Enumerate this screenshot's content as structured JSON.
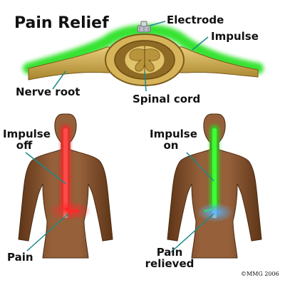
{
  "title": "Pain Relief",
  "labels": {
    "electrode": "Electrode",
    "impulse": "Impulse",
    "nerve_root": "Nerve root",
    "spinal_cord": "Spinal cord",
    "impulse_off": "Impulse off",
    "impulse_off_line1": "Impulse",
    "impulse_off_line2": "off",
    "impulse_on_line1": "Impulse",
    "impulse_on_line2": "on",
    "pain": "Pain",
    "pain_relieved_line1": "Pain",
    "pain_relieved_line2": "relieved"
  },
  "copyright": "©MMG 2006",
  "colors": {
    "impulse_green": "#22e01a",
    "impulse_red": "#ff2020",
    "relief_blue": "#4aa8ff",
    "pointer_line": "#1a8a8a",
    "skin": "#8a5530",
    "nerve": "#c8a34c"
  }
}
